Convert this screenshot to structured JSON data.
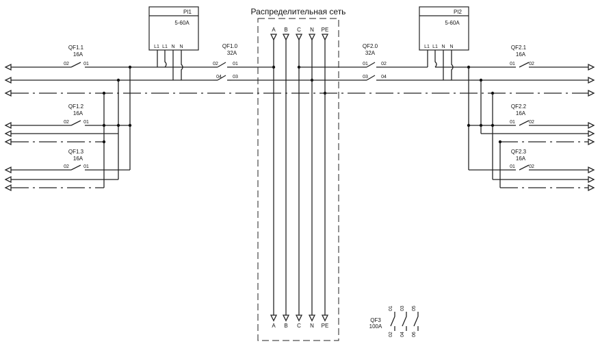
{
  "network_title": "Распределительная сеть",
  "buses": [
    "A",
    "B",
    "C",
    "N",
    "PE"
  ],
  "meters": [
    {
      "name": "PI1",
      "rating": "5-60A",
      "terminals": [
        "L1",
        "L1",
        "N",
        "N"
      ]
    },
    {
      "name": "PI2",
      "rating": "5-60A",
      "terminals": [
        "L1",
        "L1",
        "N",
        "N"
      ]
    }
  ],
  "breakers": {
    "qf1_0": {
      "name": "QF1.0",
      "rating": "32A",
      "t1": "02",
      "t2": "01",
      "t3": "04",
      "t4": "03"
    },
    "qf2_0": {
      "name": "QF2.0",
      "rating": "32A",
      "t1": "01",
      "t2": "02",
      "t3": "03",
      "t4": "04"
    },
    "qf1_1": {
      "name": "QF1.1",
      "rating": "16A",
      "t1": "02",
      "t2": "01"
    },
    "qf1_2": {
      "name": "QF1.2",
      "rating": "16A",
      "t1": "02",
      "t2": "01"
    },
    "qf1_3": {
      "name": "QF1.3",
      "rating": "16A",
      "t1": "02",
      "t2": "01"
    },
    "qf2_1": {
      "name": "QF2.1",
      "rating": "16A",
      "t1": "01",
      "t2": "02"
    },
    "qf2_2": {
      "name": "QF2.2",
      "rating": "16A",
      "t1": "01",
      "t2": "02"
    },
    "qf2_3": {
      "name": "QF2.3",
      "rating": "16A",
      "t1": "01",
      "t2": "02"
    },
    "qf3": {
      "name": "QF3",
      "rating": "100A",
      "terminals_top": [
        "01",
        "03",
        "05"
      ],
      "terminals_bottom": [
        "02",
        "04",
        "06"
      ]
    }
  }
}
